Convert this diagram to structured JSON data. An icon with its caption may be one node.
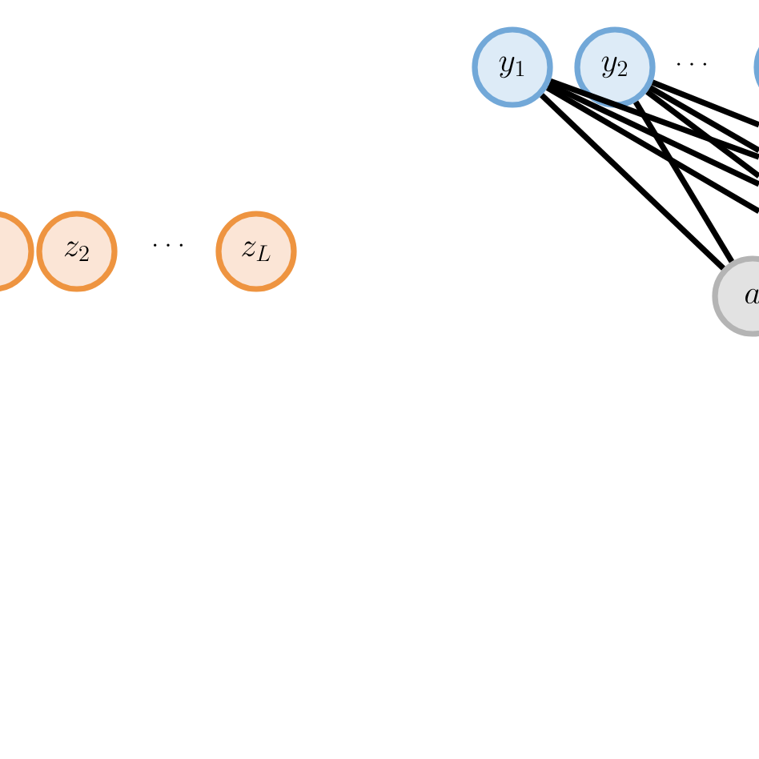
{
  "diagram": {
    "nodes": [
      {
        "text": [],
        "shape": "circle"
      },
      {
        "text": [
          "z_2"
        ]
      },
      {
        "text": [
          "z_L"
        ]
      },
      {
        "text": [
          "y_1"
        ]
      },
      {
        "text": [
          "y_2"
        ]
      },
      {
        "text": [],
        "shape": "circle"
      },
      {
        "text": [
          "a"
        ]
      }
    ],
    "edges": [
      {
        "from": 3,
        "to": 6,
        "arrow": "none"
      },
      {
        "from": 3,
        "to": null,
        "arrow": "none"
      },
      {
        "from": 3,
        "to": null,
        "arrow": "none"
      },
      {
        "from": 3,
        "to": null,
        "arrow": "none"
      },
      {
        "from": 4,
        "to": 6,
        "arrow": "none"
      },
      {
        "from": 4,
        "to": null,
        "arrow": "none"
      },
      {
        "from": 4,
        "to": null,
        "arrow": "none"
      },
      {
        "from": 4,
        "to": null,
        "arrow": "none"
      }
    ],
    "labels": [
      "· · ·",
      "· · ·"
    ]
  }
}
